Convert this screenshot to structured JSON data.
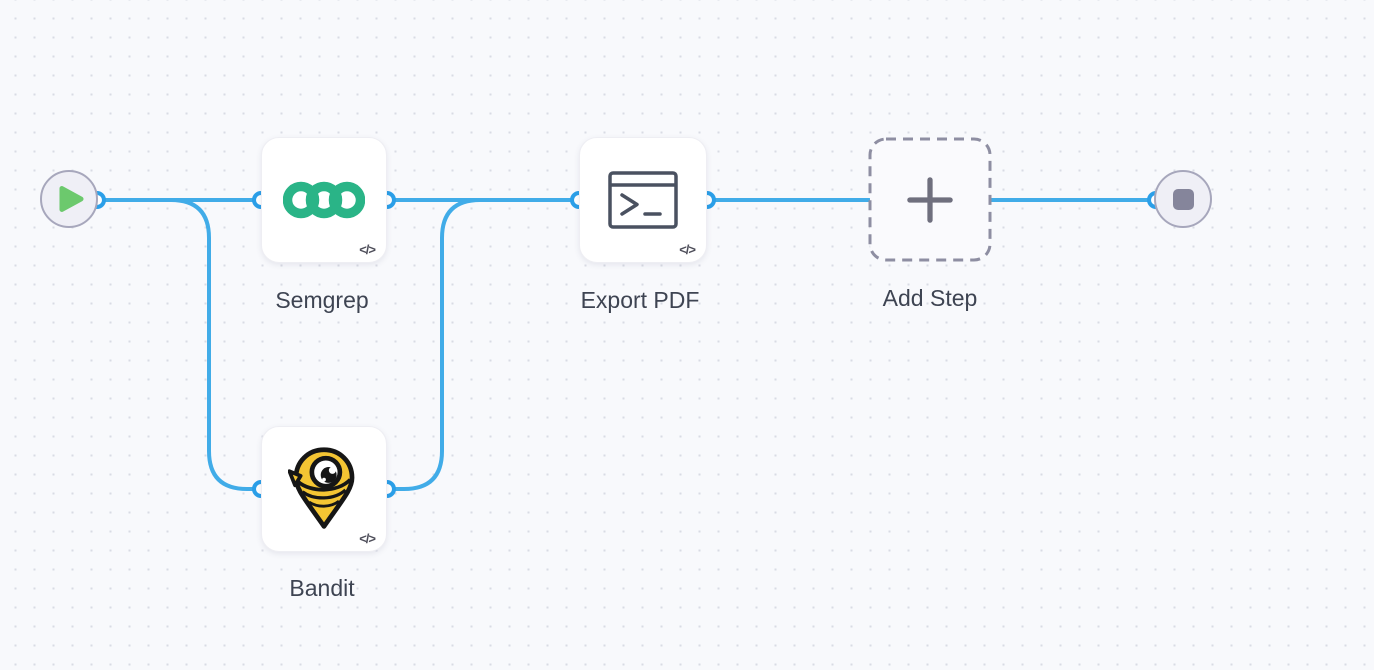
{
  "canvas": {
    "background": "#F8F9FC",
    "dot_color": "#D9DBE4",
    "grid_spacing": 19
  },
  "colors": {
    "connection_blue": "#41ACE8",
    "port_ring_blue": "#2B9FE8",
    "label_text": "#3E4452",
    "terminal_node_fill": "#EFEFF6",
    "terminal_node_border": "#A7A7BC",
    "play_green": "#6CC96D",
    "stop_gray": "#85859B",
    "dashed_border_gray": "#8E8EA2",
    "plus_gray": "#6F6F7E",
    "semgrep_green": "#2AB487",
    "bandit_yellow": "#F4C533",
    "terminal_icon_dark": "#4A5160",
    "code_badge_dark": "#4E4E5A"
  },
  "workflow": {
    "start_node": {
      "id": "start",
      "icon": "play-icon"
    },
    "end_node": {
      "id": "end",
      "icon": "stop-icon"
    },
    "nodes": [
      {
        "id": "semgrep",
        "label": "Semgrep",
        "icon": "semgrep-logo",
        "badge": "</>"
      },
      {
        "id": "export-pdf",
        "label": "Export PDF",
        "icon": "terminal-icon",
        "badge": "</>"
      },
      {
        "id": "add-step",
        "label": "Add Step",
        "icon": "plus-icon",
        "placeholder": true
      },
      {
        "id": "bandit",
        "label": "Bandit",
        "icon": "bandit-logo",
        "badge": "</>"
      }
    ],
    "connections": [
      {
        "from": "start",
        "to": "semgrep"
      },
      {
        "from": "start",
        "to": "bandit"
      },
      {
        "from": "semgrep",
        "to": "export-pdf"
      },
      {
        "from": "bandit",
        "to": "export-pdf"
      },
      {
        "from": "export-pdf",
        "to": "add-step"
      },
      {
        "from": "add-step",
        "to": "end"
      }
    ]
  }
}
